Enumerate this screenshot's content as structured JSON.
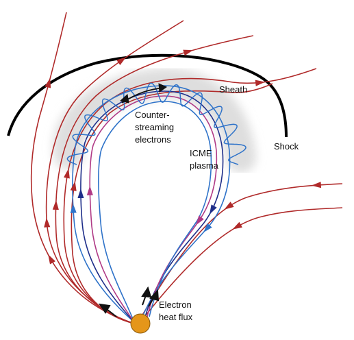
{
  "labels": {
    "sheath": "Sheath",
    "shock": "Shock",
    "counter_streaming": [
      "Counter-",
      "streaming",
      "electrons"
    ],
    "icme_plasma": [
      "ICME",
      "plasma"
    ],
    "electron_heat_flux": [
      "Electron",
      "heat flux"
    ]
  },
  "colors": {
    "field_line_red": "#b02a2a",
    "loop_blue": "#2f73c9",
    "loop_navy": "#1f2f8a",
    "loop_magenta": "#b03a86",
    "shock": "#000000",
    "sun": "#e5961a",
    "plasma_cloud": "#dedede",
    "arrow_black": "#111111"
  }
}
